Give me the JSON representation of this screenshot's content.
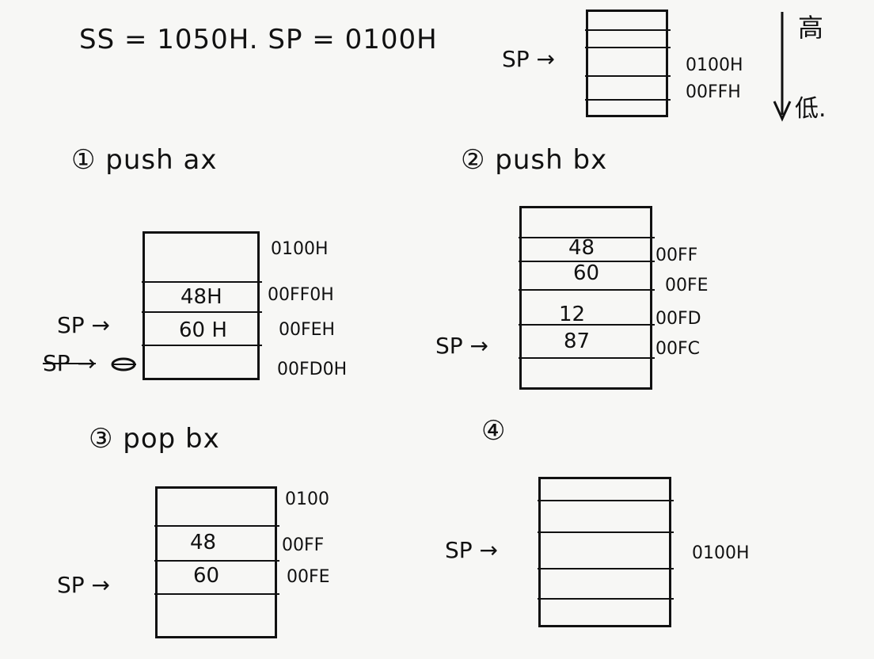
{
  "top": {
    "registers": "SS = 1050H.   SP = 0100H",
    "sp": "SP →",
    "addr1": "0100H",
    "addr2": "00FFH",
    "high": "高",
    "low": "低."
  },
  "step1": {
    "title": "① push ax",
    "addr_0100": "0100H",
    "cell_48": "48H",
    "addr_00ff": "00FF0H",
    "cell_60": "60 H",
    "addr_00fe": "00FEH",
    "addr_00fd": "00FD0H",
    "sp_new": "SP →",
    "sp_old": "SP →"
  },
  "step2": {
    "title": "② push bx",
    "cell_48": "48",
    "cell_60": "60",
    "cell_12": "12",
    "cell_87": "87",
    "addr_00ff": "00FF",
    "addr_00fe": "00FE",
    "addr_00fd": "00FD",
    "addr_00fc": "00FC",
    "sp": "SP →"
  },
  "step3": {
    "title": "③ pop bx",
    "addr_0100": "0100",
    "cell_48": "48",
    "addr_00ff": "00FF",
    "cell_60": "60",
    "addr_00fe": "00FE",
    "sp": "SP →"
  },
  "step4": {
    "title": "④",
    "sp": "SP →",
    "addr_0100": "0100H"
  }
}
